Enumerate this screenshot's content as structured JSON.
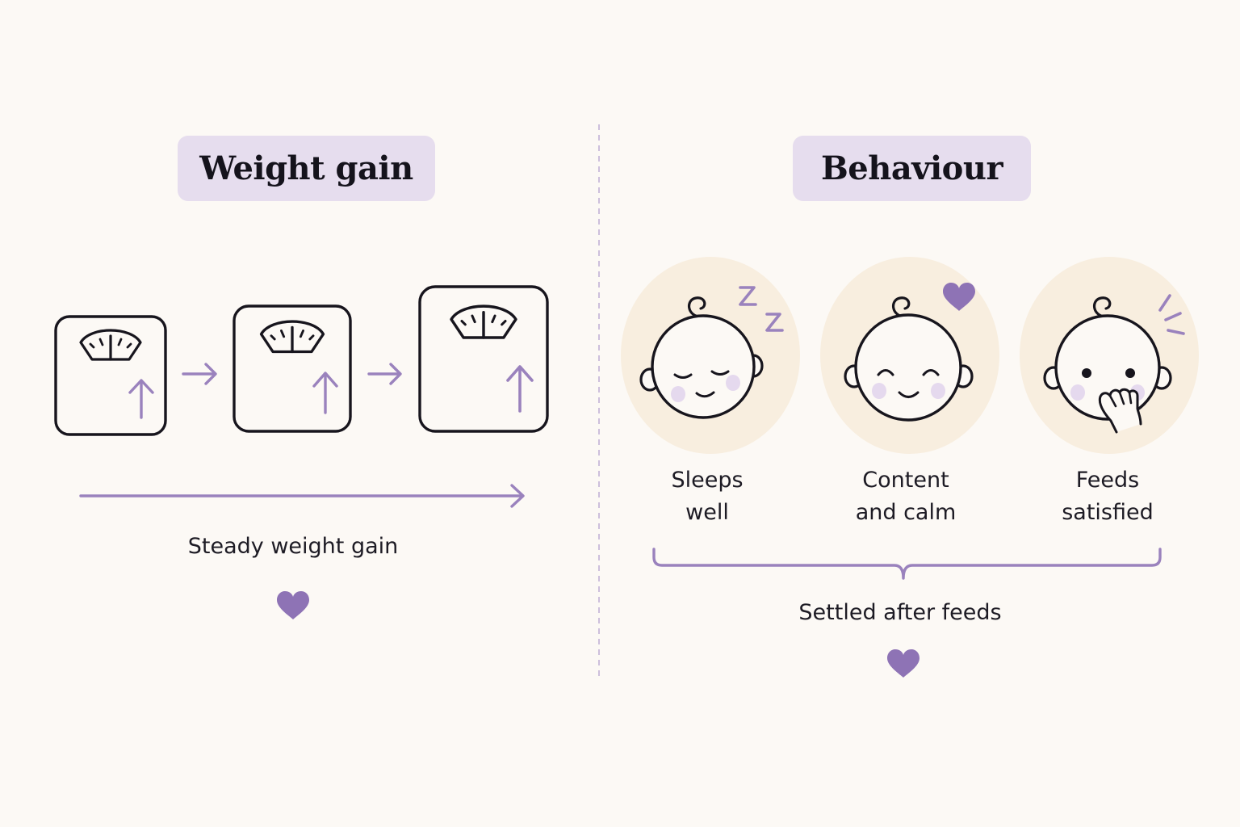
{
  "colors": {
    "background": "#fcf9f5",
    "pill": "#e6ddee",
    "accent_purple": "#9a82bd",
    "outline": "#17151d",
    "face_halo": "#f8eedf",
    "cheek": "#e5d9ee"
  },
  "weight_section": {
    "title": "Weight gain",
    "scales": [
      {
        "icon": "bathroom-scale-icon",
        "trend": "up-arrow-icon"
      },
      {
        "icon": "bathroom-scale-icon",
        "trend": "up-arrow-icon"
      },
      {
        "icon": "bathroom-scale-icon",
        "trend": "up-arrow-icon"
      }
    ],
    "caption": "Steady weight gain",
    "caption_icon": "heart-icon"
  },
  "behaviour_section": {
    "title": "Behaviour",
    "faces": [
      {
        "line1": "Sleeps",
        "line2": "well",
        "icon": "sleeping-baby-face-icon",
        "badge": "zzz-icon"
      },
      {
        "line1": "Content",
        "line2": "and calm",
        "icon": "smiling-baby-face-icon",
        "badge": "heart-icon"
      },
      {
        "line1": "Feeds",
        "line2": "satisfied",
        "icon": "hand-to-mouth-baby-face-icon",
        "badge": "sparkle-lines-icon"
      }
    ],
    "caption": "Settled after feeds",
    "caption_icon": "heart-icon"
  }
}
